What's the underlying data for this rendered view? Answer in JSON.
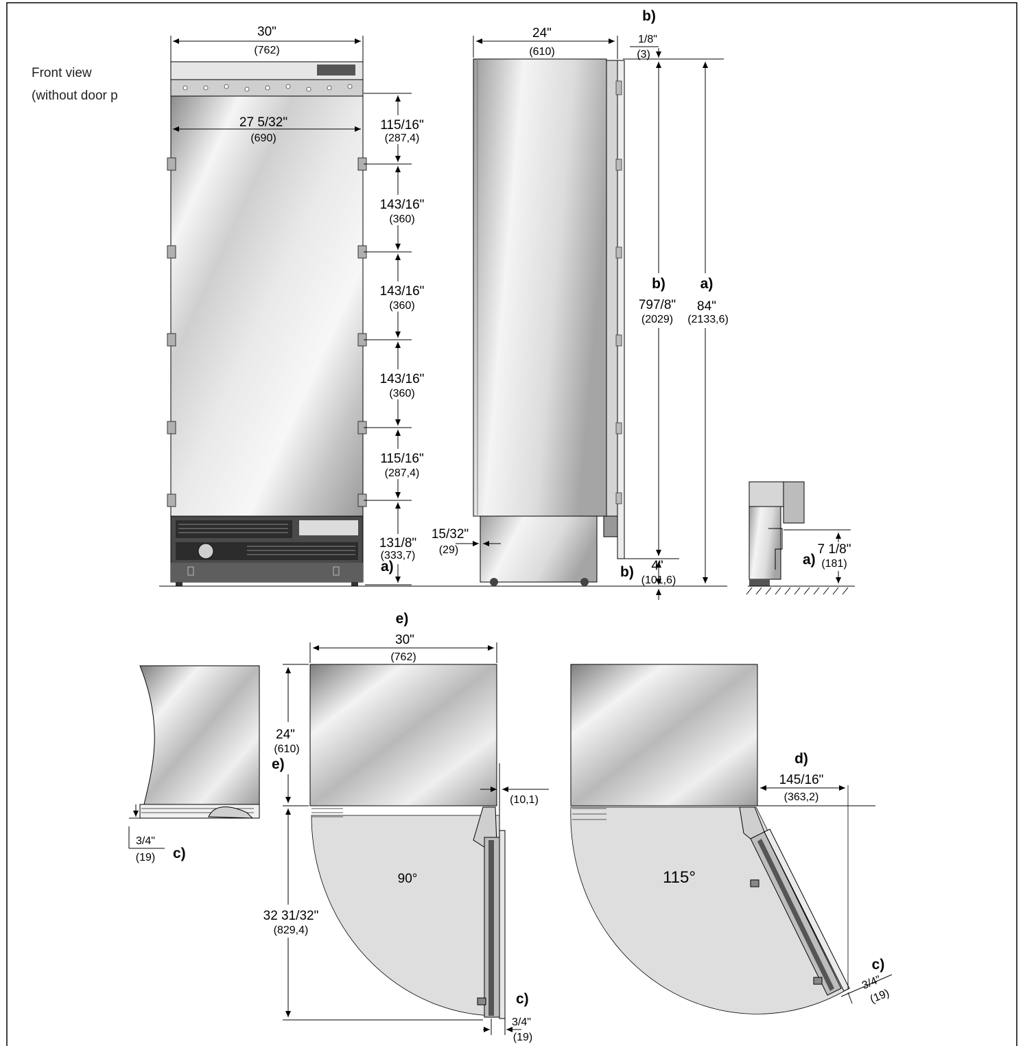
{
  "colors": {
    "steel_light": "#f2f2f2",
    "steel_mid": "#bdbdbd",
    "steel_dark": "#7a7a7a",
    "swing_fill": "#d9d9d9",
    "grille": "#3a3a3a",
    "line": "#000000"
  },
  "front_view": {
    "label_line1": "Front view",
    "label_line2": "(without door p",
    "width_in": "30\"",
    "width_mm": "(762)",
    "inner_width_in": "27 5/32\"",
    "inner_width_mm": "(690)",
    "hinge_spacings": [
      {
        "in": "115/16\"",
        "mm": "(287,4)"
      },
      {
        "in": "143/16\"",
        "mm": "(360)"
      },
      {
        "in": "143/16\"",
        "mm": "(360)"
      },
      {
        "in": "143/16\"",
        "mm": "(360)"
      },
      {
        "in": "115/16\"",
        "mm": "(287,4)"
      }
    ],
    "base_height_in": "131/8\"",
    "base_height_mm": "(333,7)",
    "base_key": "a)"
  },
  "side_view": {
    "key_top": "b)",
    "depth_in": "24\"",
    "depth_mm": "(610)",
    "gap_in": "1/8\"",
    "gap_mm": "(3)",
    "panel_key": "b)",
    "panel_height_in": "797/8\"",
    "panel_height_mm": "(2029)",
    "total_key": "a)",
    "total_height_in": "84\"",
    "total_height_mm": "(2133,6)",
    "toe_in": "15/32\"",
    "toe_mm": "(29)",
    "bottom_key": "b)",
    "bottom_in": "4\"",
    "bottom_mm": "(101,6)"
  },
  "detail_view": {
    "key": "a)",
    "height_in": "7 1/8\"",
    "height_mm": "(181)"
  },
  "top_views": {
    "left": {
      "offset_in": "3/4\"",
      "offset_mm": "(19)",
      "key": "c)"
    },
    "middle": {
      "key_top": "e)",
      "width_in": "30\"",
      "width_mm": "(762)",
      "depth_in": "24\"",
      "depth_mm": "(610)",
      "key_side": "e)",
      "gap_mm": "(10,1)",
      "swing_in": "32 31/32\"",
      "swing_mm": "(829,4)",
      "angle": "90°",
      "panel_key": "c)",
      "panel_in": "3/4\"",
      "panel_mm": "(19)"
    },
    "right": {
      "key": "d)",
      "clear_in": "145/16\"",
      "clear_mm": "(363,2)",
      "angle": "115°",
      "panel_key": "c)",
      "panel_in": "3/4\"",
      "panel_mm": "(19)"
    }
  }
}
